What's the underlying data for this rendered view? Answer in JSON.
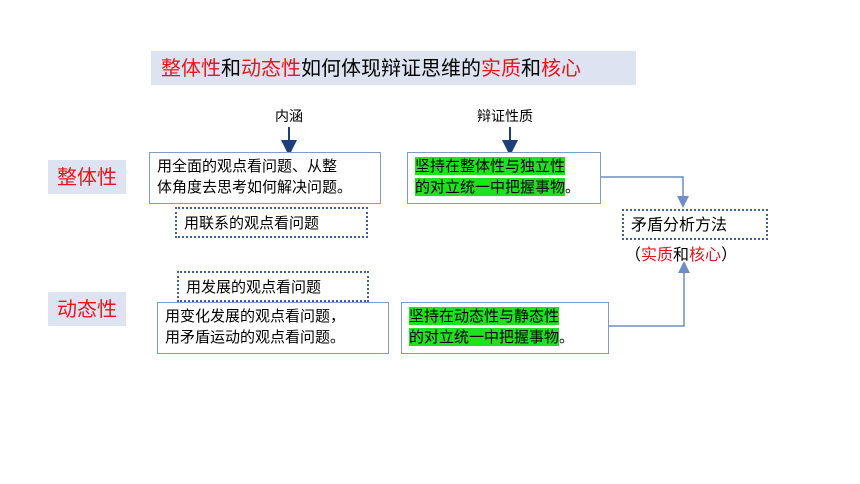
{
  "title": {
    "part1": "整体性",
    "part2": "和",
    "part3": "动态性",
    "part4": "如何体现辩证思维的",
    "part5": "实质",
    "part6": "和",
    "part7": "核心"
  },
  "columns": {
    "connotation": "内涵",
    "dialectical_nature": "辩证性质"
  },
  "rows": {
    "wholeness": {
      "label": "整体性",
      "connotation_line1": "用全面的观点看问题、从整",
      "connotation_line2": "体角度去思考如何解决问题。",
      "sub_note": "用联系的观点看问题",
      "nature_line1": "坚持在整体性与独立性",
      "nature_line2": "的对立统一中把握事物",
      "nature_end": "。"
    },
    "dynamics": {
      "label": "动态性",
      "sub_note": "用发展的观点看问题",
      "connotation_line1": "用变化发展的观点看问题，",
      "connotation_line2": "用矛盾运动的观点看问题。",
      "nature_line1": "坚持在动态性与静态性",
      "nature_line2": "的对立统一中把握事物",
      "nature_end": "。"
    }
  },
  "conclusion": {
    "main": "矛盾分析方法",
    "open_paren": "（",
    "essence": "实质",
    "and": "和",
    "core": "核心",
    "close_paren": "）"
  },
  "colors": {
    "accent_red": "#e8141b",
    "title_background": "#dde3f0",
    "highlight_green": "#1fe11f",
    "box_border": "#7f9cc9",
    "arrow": "#6f8ec4"
  }
}
